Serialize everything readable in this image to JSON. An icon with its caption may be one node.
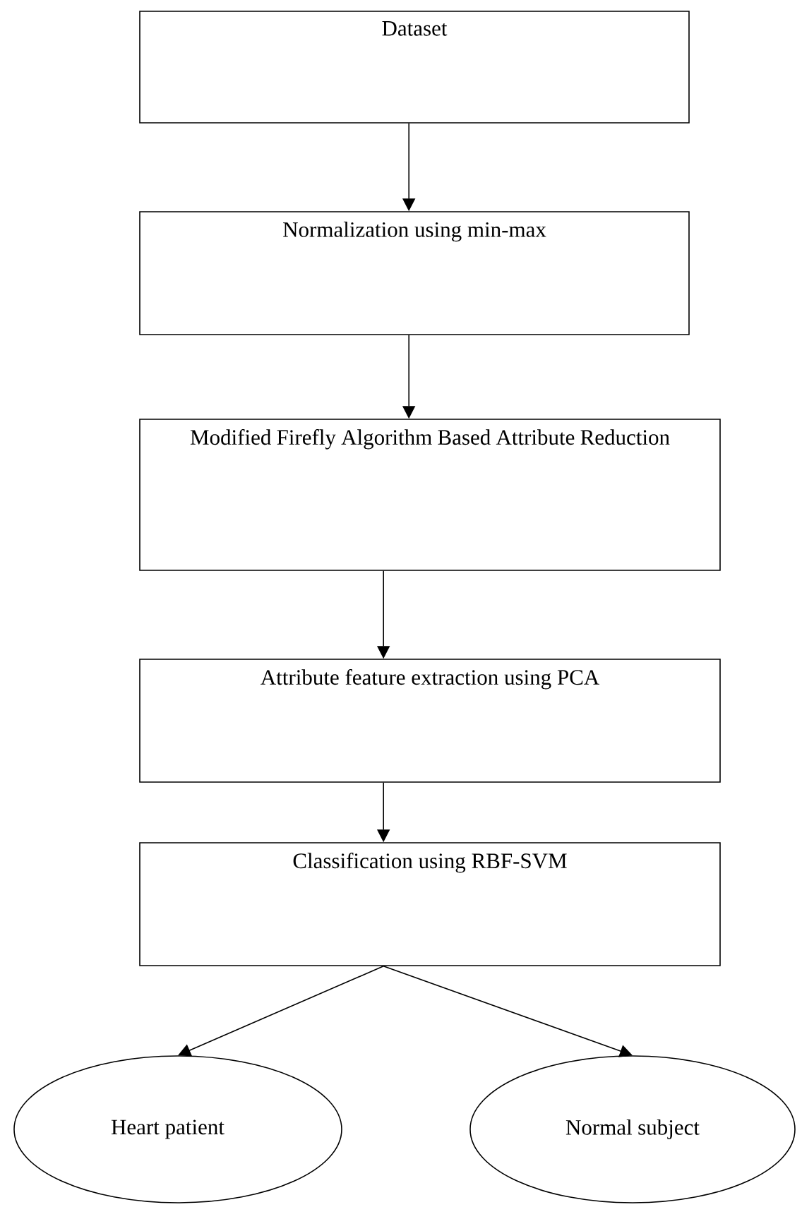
{
  "diagram": {
    "nodes": [
      {
        "text": [
          "Dataset"
        ]
      },
      {
        "text": [
          "Normalization using min-max"
        ]
      },
      {
        "text": [
          "Modified Firefly Algorithm Based Attribute Reduction"
        ]
      },
      {
        "text": [
          "Attribute feature extraction using PCA"
        ]
      },
      {
        "text": [
          "Classification using RBF-SVM"
        ]
      },
      {
        "text": [
          "Heart patient"
        ]
      },
      {
        "text": [
          "Normal subject"
        ]
      }
    ],
    "edges": [
      {
        "from": 0,
        "to": 1,
        "arrow": "to"
      },
      {
        "from": 1,
        "to": 2,
        "arrow": "to"
      },
      {
        "from": 2,
        "to": 3,
        "arrow": "to"
      },
      {
        "from": 3,
        "to": 4,
        "arrow": "to"
      },
      {
        "from": 4,
        "to": 5,
        "arrow": "to"
      },
      {
        "from": 4,
        "to": 6,
        "arrow": "to"
      }
    ]
  }
}
